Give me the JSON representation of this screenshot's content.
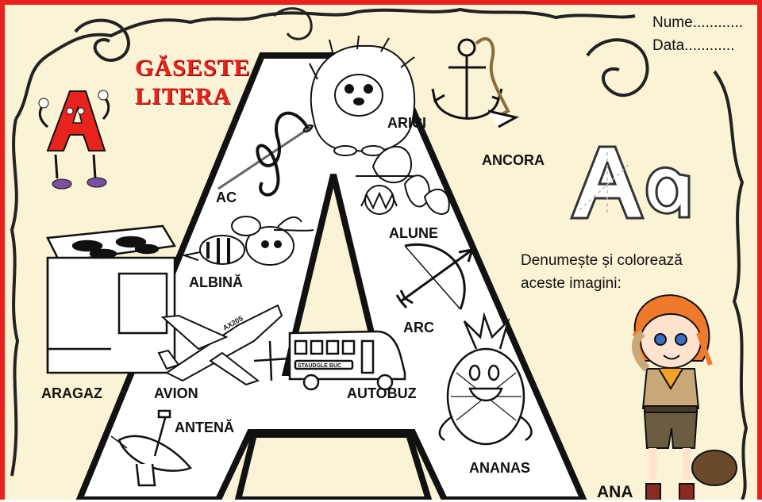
{
  "header": {
    "name_field": "Nume............",
    "date_field": "Data............"
  },
  "title": {
    "line1": "GĂSESTE",
    "line2": "LITERA"
  },
  "instruction": {
    "line1": "Denumește și colorează",
    "line2": "aceste imagini:"
  },
  "labels": {
    "arici": "ARICI",
    "ancora": "ANCORA",
    "ac": "AC",
    "alune": "ALUNE",
    "albina": "ALBINĂ",
    "arc": "ARC",
    "aragaz": "ARAGAZ",
    "avion": "AVION",
    "autobuz": "AUTOBUZ",
    "antena": "ANTENĂ",
    "ananas": "ANANAS",
    "ana": "ANA"
  },
  "bus_sign": "STAUDGLE BUC",
  "plane_tail": "AX205",
  "colors": {
    "paper": "#fbf3d6",
    "border": "#e8231e",
    "letter": "#e8231e",
    "ink": "#111111"
  }
}
